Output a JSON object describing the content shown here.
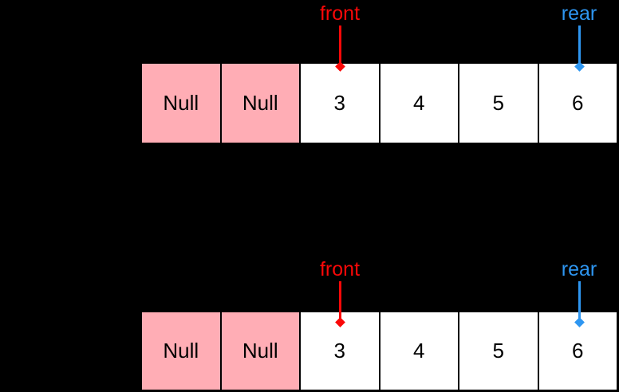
{
  "colors": {
    "background": "#000000",
    "front_pointer": "#fa0808",
    "rear_pointer": "#2e96f1",
    "null_cell_fill": "#ffadb5",
    "value_cell_fill": "#ffffff",
    "cell_text": "#000000",
    "cell_divider": "#000000"
  },
  "figures": [
    {
      "pointers": {
        "front": {
          "label": "front",
          "points_to_cell_index": 2
        },
        "rear": {
          "label": "rear",
          "points_to_cell_index": 5
        }
      },
      "cells": [
        "Null",
        "Null",
        "3",
        "4",
        "5",
        "6"
      ]
    },
    {
      "pointers": {
        "front": {
          "label": "front",
          "points_to_cell_index": 2
        },
        "rear": {
          "label": "rear",
          "points_to_cell_index": 5
        }
      },
      "cells": [
        "Null",
        "Null",
        "3",
        "4",
        "5",
        "6"
      ]
    }
  ]
}
